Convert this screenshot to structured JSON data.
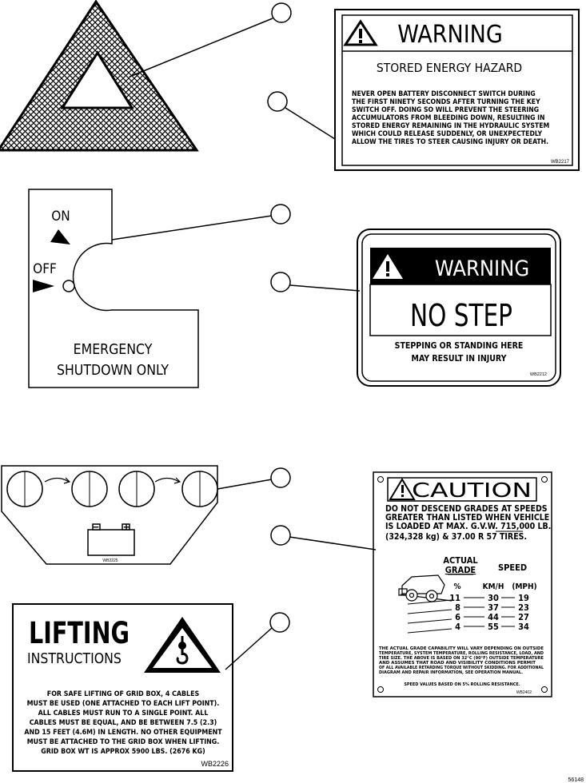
{
  "warning_stored_energy": {
    "header": "WARNING",
    "subtitle": "STORED ENERGY HAZARD",
    "body": [
      "NEVER OPEN BATTERY DISCONNECT SWITCH DURING",
      "THE FIRST NINETY SECONDS AFTER TURNING THE KEY",
      "SWITCH OFF.  DOING SO WILL PREVENT THE STEERING",
      "ACCUMULATORS FROM BLEEDING DOWN, RESULTING IN",
      "STORED ENERGY REMAINING IN THE HYDRAULIC SYSTEM",
      "WHICH COULD RELEASE SUDDENLY, OR UNEXPECTEDLY",
      "ALLOW THE TIRES TO STEER CAUSING INJURY OR DEATH."
    ],
    "code": "WB2217"
  },
  "emergency_panel": {
    "on_label": "ON",
    "off_label": "OFF",
    "caption_line1": "EMERGENCY",
    "caption_line2": "SHUTDOWN ONLY"
  },
  "warning_no_step": {
    "header": "WARNING",
    "title": "NO STEP",
    "line1": "STEPPING OR STANDING HERE",
    "line2": "MAY RESULT IN INJURY",
    "code": "WB2212"
  },
  "battery_plate": {
    "minus": "−",
    "plus": "+",
    "code": "WB2225"
  },
  "lifting": {
    "title": "LIFTING",
    "subtitle": "INSTRUCTIONS",
    "body": [
      "FOR SAFE LIFTING OF GRID BOX, 4 CABLES",
      "MUST BE USED (ONE ATTACHED TO EACH LIFT POINT).",
      "ALL CABLES MUST RUN TO A SINGLE POINT. ALL",
      "CABLES MUST BE EQUAL, AND BE BETWEEN 7.5 (2.3)",
      "AND 15 FEET (4.6M) IN LENGTH.  NO OTHER EQUIPMENT",
      "MUST BE ATTACHED TO THE GRID BOX WHEN LIFTING.",
      "GRID BOX WT IS APPROX 5900 LBS. (2676 KG)"
    ],
    "code": "WB2226"
  },
  "caution": {
    "header": "CAUTION",
    "body": [
      "DO NOT DESCEND GRADES AT SPEEDS",
      "GREATER THAN LISTED WHEN VEHICLE",
      "IS LOADED AT MAX. G.V.W. 715,000 LB.",
      "(324,328 kg) & 37.00 R 57 TIRES."
    ],
    "actual": "ACTUAL",
    "grade": "GRADE",
    "speed": "SPEED",
    "pct": "%",
    "kmh": "KM/H",
    "mph": "(MPH)",
    "rows": [
      {
        "grade": "11",
        "kmh": "30",
        "mph": "19"
      },
      {
        "grade": "8",
        "kmh": "37",
        "mph": "23"
      },
      {
        "grade": "6",
        "kmh": "44",
        "mph": "27"
      },
      {
        "grade": "4",
        "kmh": "55",
        "mph": "34"
      }
    ],
    "fine_print": [
      "THE ACTUAL GRADE CAPABILITY WILL VARY DEPENDING ON OUTSIDE",
      "TEMPERATURE, SYSTEM TEMPERATURE, ROLLING RESISTANCE, LOAD, AND",
      "TIRE SIZE. THE ABOVE IS BASED ON 32°C (90°F) OUTSIDE TEMPERATURE",
      "AND ASSUMES THAT ROAD AND VISIBILITY CONDITIONS PERMIT",
      "OF ALL AVAILABLE RETARDING TORQUE WITHOUT SKIDDING. FOR ADDITIONAL",
      "DIAGRAM AND REPAIR INFORMATION, SEE OPERATION MANUAL."
    ],
    "footer": "SPEED VALUES BASED ON 5% ROLLING RESISTANCE.",
    "code": "WB2402"
  },
  "figure_number": "56148"
}
